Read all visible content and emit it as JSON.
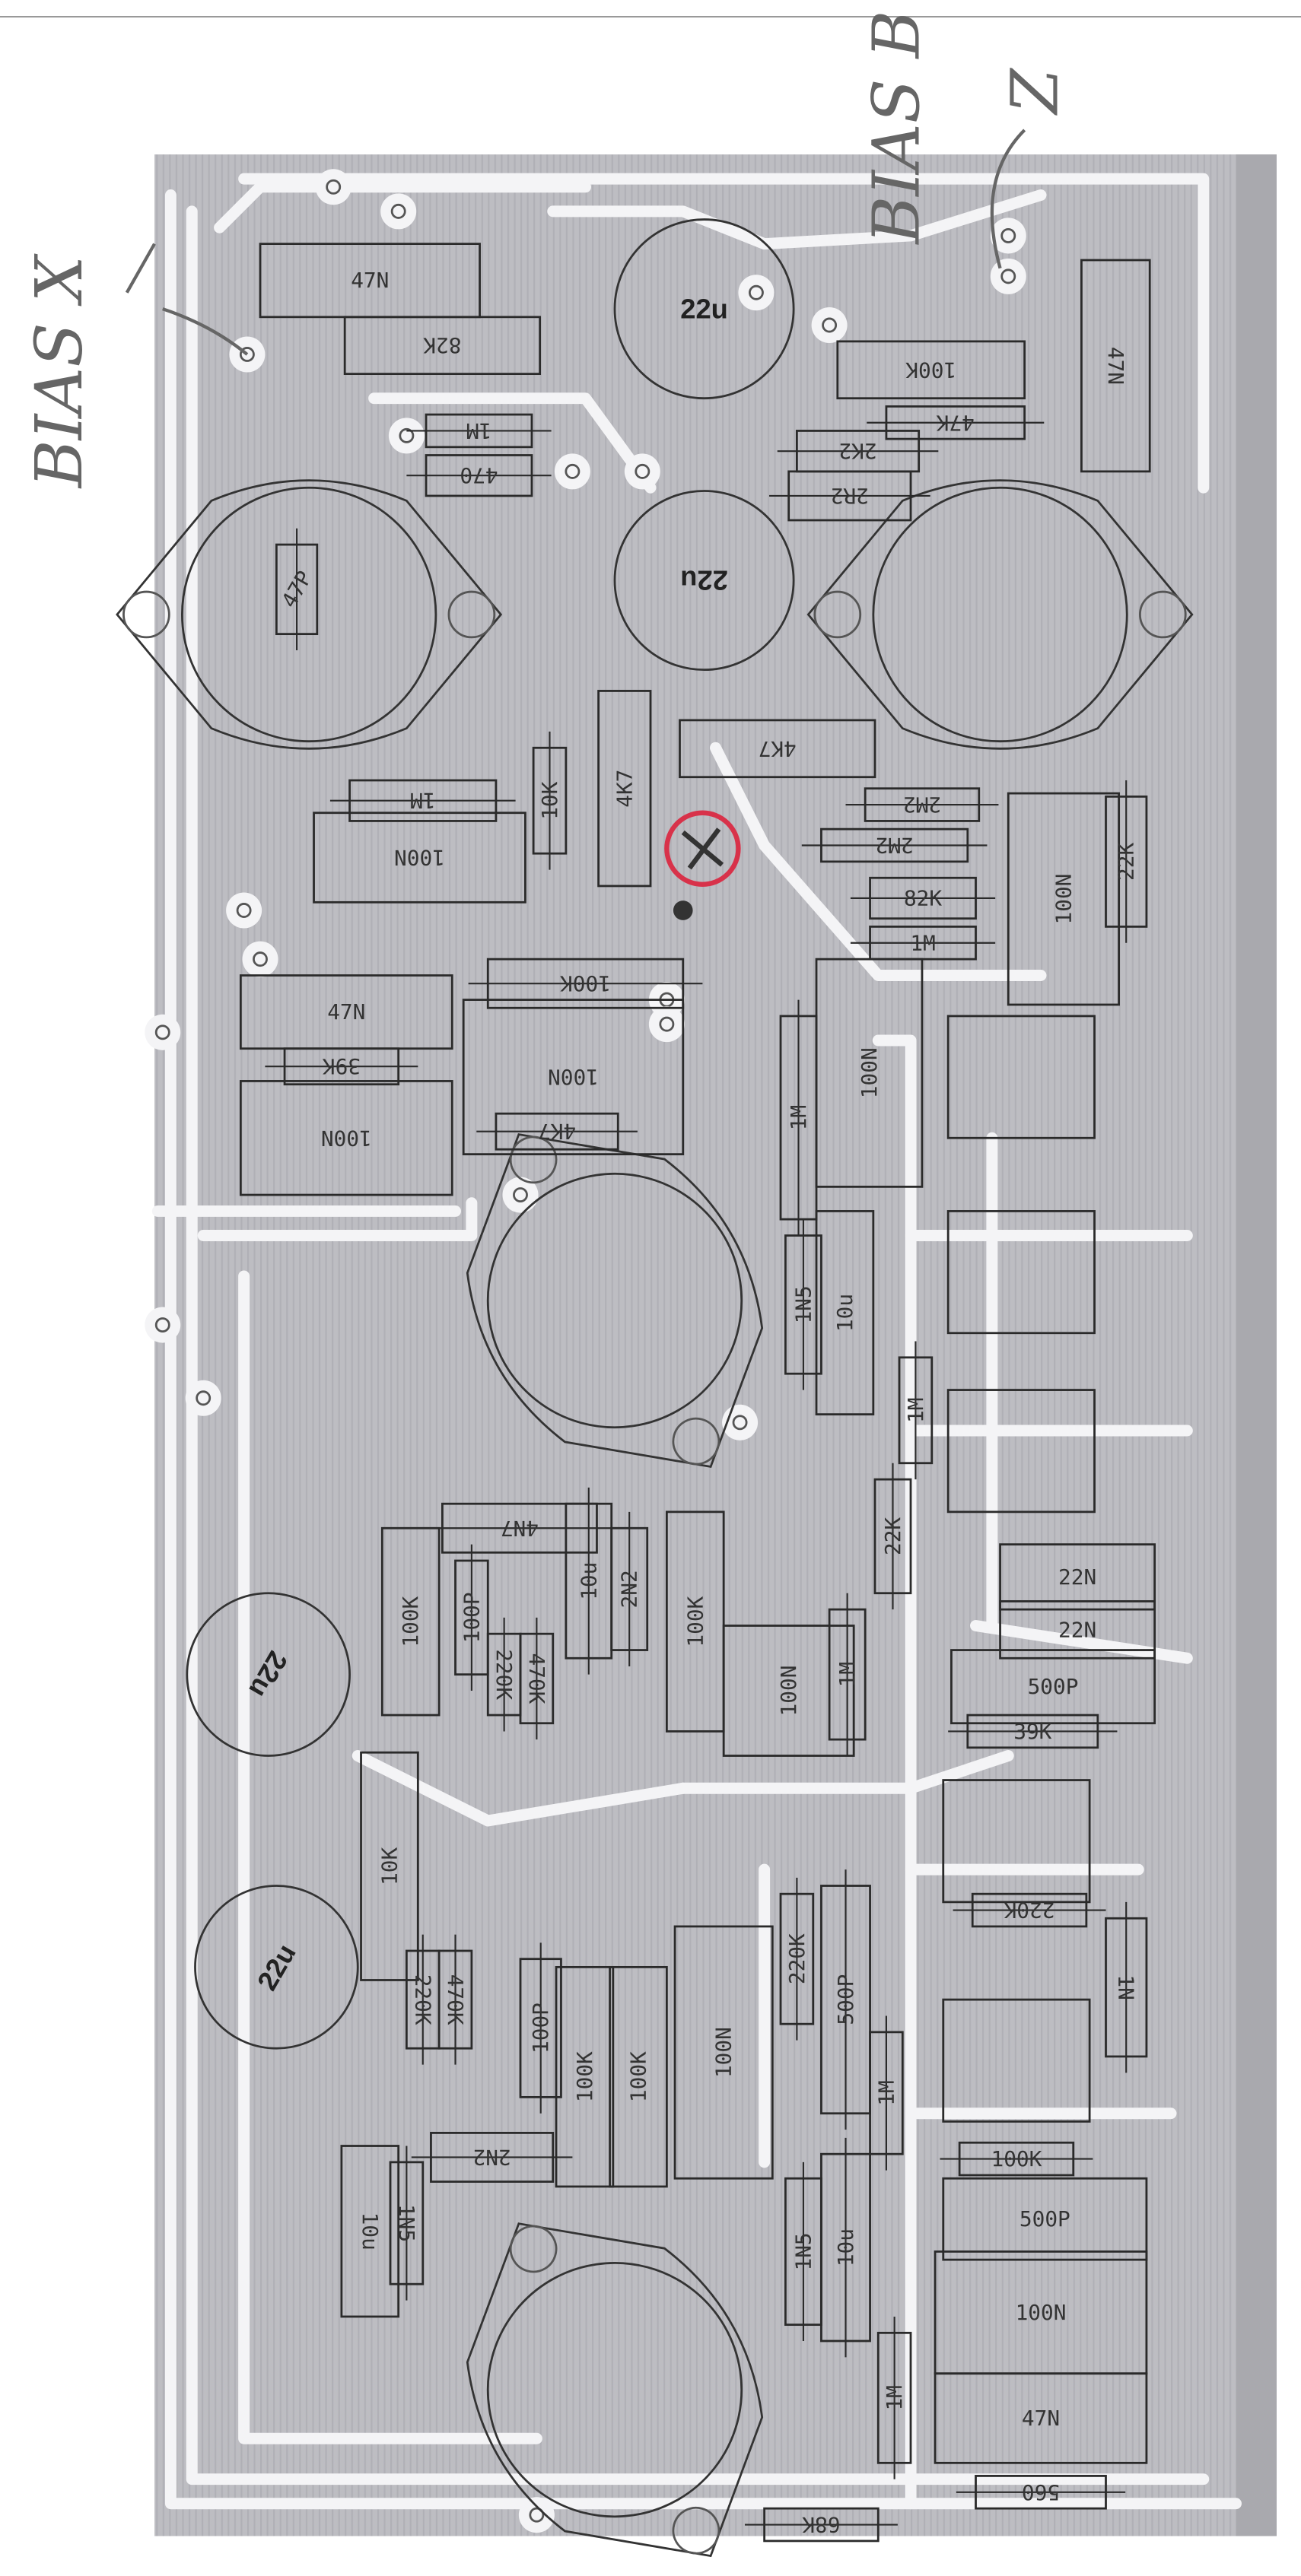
{
  "annotations": {
    "bias_x": "BIAS X",
    "bias_b": "BIAS B",
    "z": "Z"
  },
  "capacitors_electrolytic": [
    "22u",
    "22u",
    "22u",
    "22u"
  ],
  "components": [
    "47N",
    "82K",
    "100K",
    "47K",
    "47N",
    "2K2",
    "2R2",
    "1M",
    "470",
    "47P",
    "4K7",
    "4K7",
    "1M",
    "10K",
    "100N",
    "2M2",
    "2M2",
    "82K",
    "1M",
    "100N",
    "22K",
    "47N",
    "39K",
    "100N",
    "100K",
    "100N",
    "4K7",
    "1M",
    "100N",
    "",
    "",
    "",
    "1N5",
    "10u",
    "1M",
    "22K",
    "4N7",
    "100K",
    "100P",
    "220K",
    "470K",
    "10u",
    "2N2",
    "100K",
    "100N",
    "1M",
    "22N",
    "22N",
    "500P",
    "39K",
    "10K",
    "",
    "220K",
    "1N",
    "220K",
    "470K",
    "100P",
    "100K",
    "100K",
    "100N",
    "220K",
    "500P",
    "1M",
    "",
    "2N2",
    "10u",
    "1N5",
    "1N5",
    "10u",
    "100K",
    "500P",
    "100N",
    "47N",
    "560",
    "68K",
    "1M"
  ],
  "colors": {
    "board": "#bdbdc2",
    "trace": "#f4f4f6",
    "ink": "#2a2a2a",
    "marker_red": "#d8324a"
  }
}
